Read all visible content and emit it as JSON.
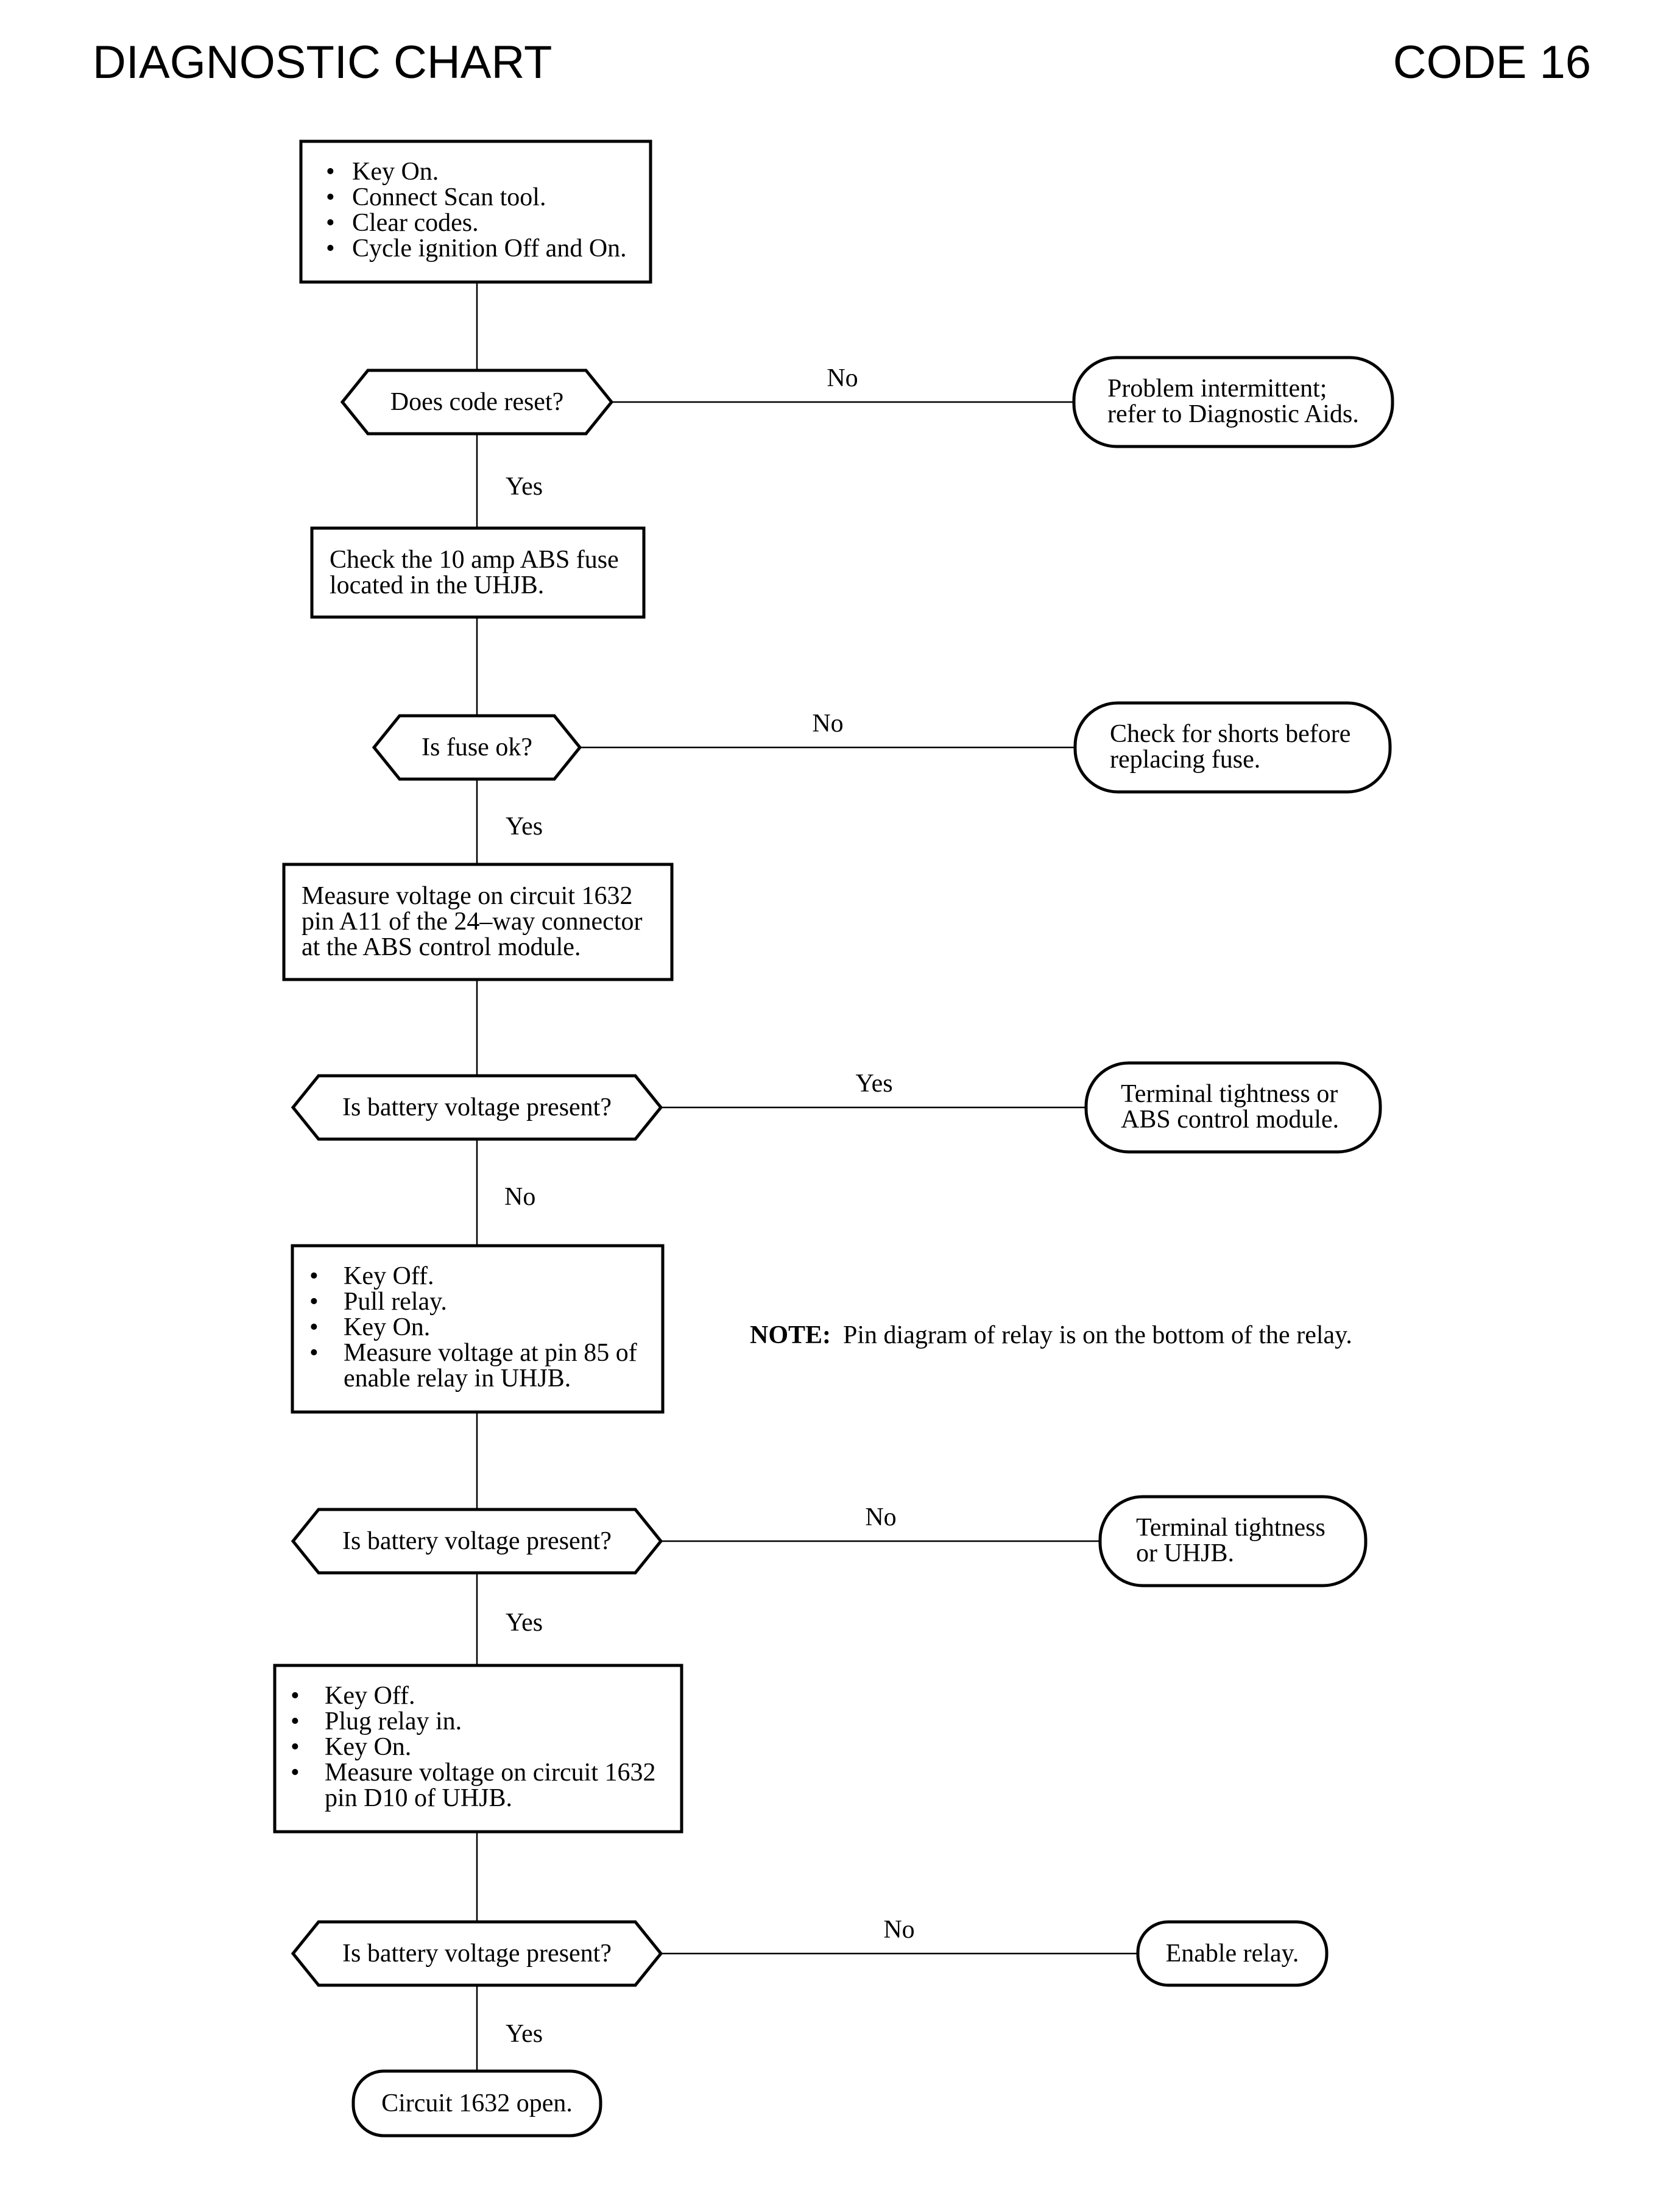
{
  "header": {
    "title": "DIAGNOSTIC CHART",
    "code": "CODE 16"
  },
  "steps": {
    "start": [
      "Key On.",
      "Connect Scan tool.",
      "Clear codes.",
      "Cycle ignition Off and On."
    ],
    "q1": "Does code reset?",
    "q1_no_label": "No",
    "q1_no_result": [
      "Problem intermittent;",
      "refer to Diagnostic Aids."
    ],
    "q1_yes_label": "Yes",
    "check_fuse": [
      "Check the 10 amp ABS fuse",
      "located in the UHJB."
    ],
    "q2": "Is fuse ok?",
    "q2_no_label": "No",
    "q2_no_result": [
      "Check for shorts before",
      "replacing fuse."
    ],
    "q2_yes_label": "Yes",
    "measure1": [
      "Measure voltage on circuit 1632",
      "pin A11 of the 24–way connector",
      "at the ABS control module."
    ],
    "q3": "Is battery voltage present?",
    "q3_yes_label": "Yes",
    "q3_yes_result": [
      "Terminal tightness or",
      "ABS control module."
    ],
    "q3_no_label": "No",
    "relay_steps": [
      "Key Off.",
      "Pull relay.",
      "Key On.",
      "Measure voltage at pin 85 of",
      "enable relay in UHJB."
    ],
    "note_label": "NOTE:",
    "note_text": "Pin diagram of relay is on the bottom of the relay.",
    "q4": "Is battery voltage present?",
    "q4_no_label": "No",
    "q4_no_result": [
      "Terminal tightness",
      "or UHJB."
    ],
    "q4_yes_label": "Yes",
    "plug_steps": [
      "Key Off.",
      "Plug relay in.",
      "Key On.",
      "Measure voltage on circuit 1632",
      "pin D10 of UHJB."
    ],
    "q5": "Is battery voltage present?",
    "q5_no_label": "No",
    "q5_no_result": "Enable relay.",
    "q5_yes_label": "Yes",
    "end_result": "Circuit 1632 open."
  }
}
